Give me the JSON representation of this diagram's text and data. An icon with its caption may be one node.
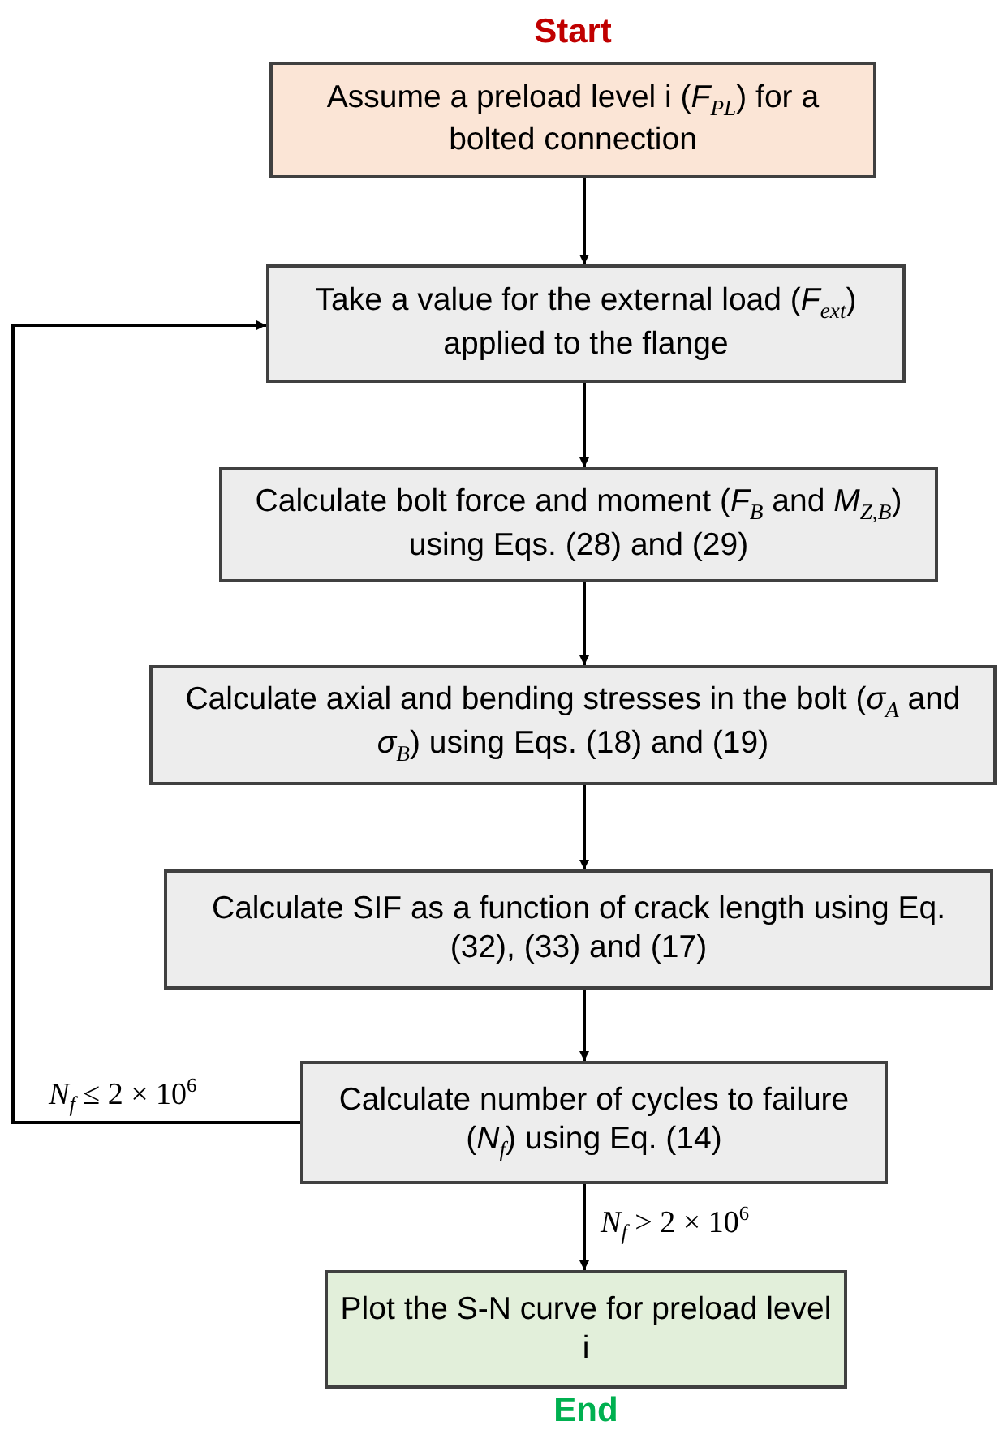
{
  "diagram": {
    "nodes": [
      {
        "text": [
          "Assume a preload level i (*F*$_{PL}$) for a bolted connection"
        ],
        "beside": [
          "Start"
        ]
      },
      {
        "text": [
          "Take a value for the external load (*F*$_{ext}$) applied to the flange"
        ]
      },
      {
        "text": [
          "Calculate bolt force and moment (*F*$_{B}$ and *M*$_{Z,B}$) using Eqs. (28) and (29)"
        ]
      },
      {
        "text": [
          "Calculate axial and bending stresses in the bolt (*σ*$_{A}$ and *σ*$_{B}$) using Eqs. (18) and (19)"
        ]
      },
      {
        "text": [
          "Calculate SIF as a function of crack length using Eq. (32), (33) and (17)"
        ]
      },
      {
        "text": [
          "Calculate number of cycles to failure (*N*$_{f}$) using Eq. (14)"
        ]
      },
      {
        "text": [
          "Plot the S-N curve for preload level i"
        ],
        "beside": [
          "End"
        ]
      }
    ],
    "edges": [
      {
        "from": 0,
        "to": 1,
        "arrow": "to"
      },
      {
        "from": 1,
        "to": 2,
        "arrow": "to"
      },
      {
        "from": 2,
        "to": 3,
        "arrow": "to"
      },
      {
        "from": 3,
        "to": 4,
        "arrow": "to"
      },
      {
        "from": 4,
        "to": 5,
        "arrow": "to"
      },
      {
        "from": 5,
        "to": 1,
        "arrow": "to",
        "label": "*N*$_{f}$ ≤ 2 × 10$^{6}$"
      },
      {
        "from": 5,
        "to": 6,
        "arrow": "to",
        "label": "*N*$_{f}$ > 2 × 10$^{6}$"
      }
    ]
  }
}
